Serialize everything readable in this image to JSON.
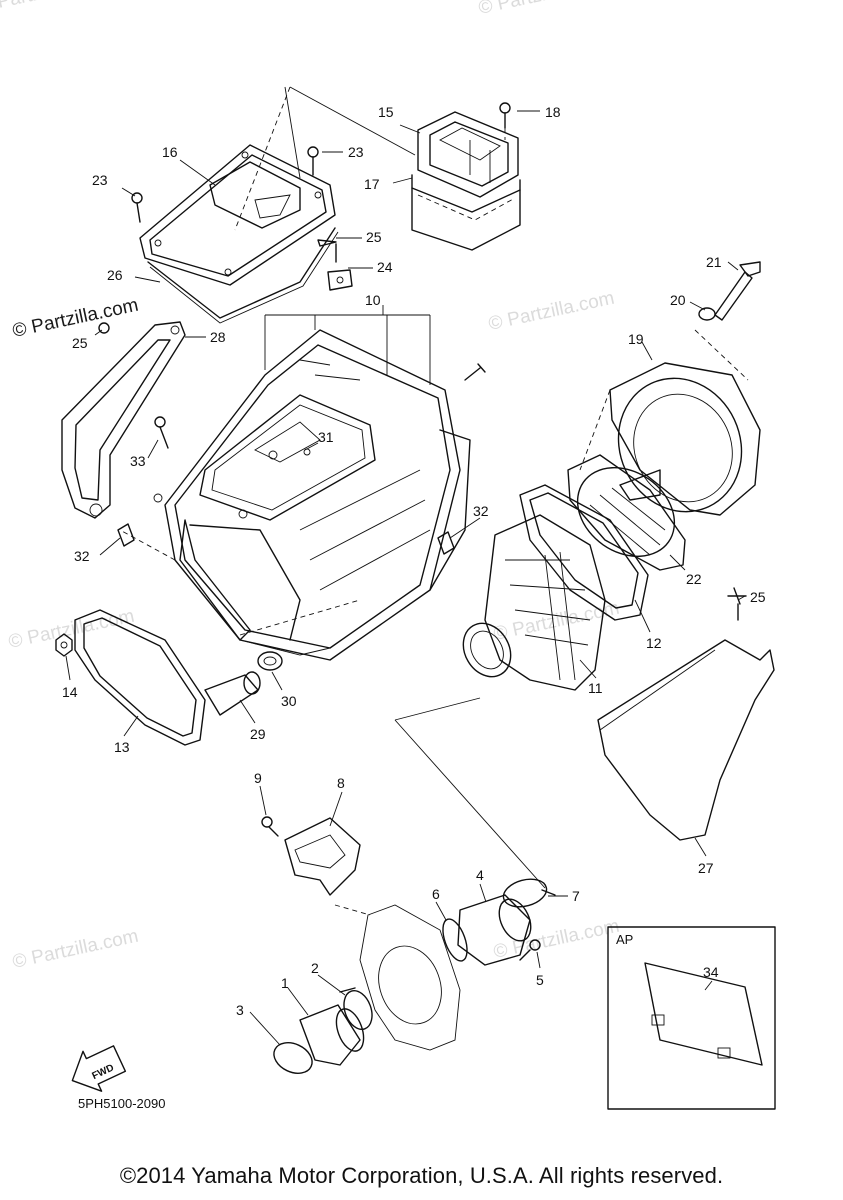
{
  "watermark": "© Partzilla.com",
  "diagram_code": "5PH5100-2090",
  "fwd_label": "FWD",
  "ap_label": "AP",
  "copyright": "©2014 Yamaha Motor Corporation, U.S.A. All rights reserved.",
  "callouts": {
    "p1": "1",
    "p2": "2",
    "p3": "3",
    "p4": "4",
    "p5": "5",
    "p6": "6",
    "p7": "7",
    "p8": "8",
    "p9": "9",
    "p10": "10",
    "p11": "11",
    "p12": "12",
    "p13": "13",
    "p14": "14",
    "p15": "15",
    "p16": "16",
    "p17": "17",
    "p18": "18",
    "p19": "19",
    "p20": "20",
    "p21": "21",
    "p22": "22",
    "p23a": "23",
    "p23b": "23",
    "p24": "24",
    "p25a": "25",
    "p25b": "25",
    "p25c": "25",
    "p26": "26",
    "p27": "27",
    "p28": "28",
    "p29": "29",
    "p30": "30",
    "p31": "31",
    "p32a": "32",
    "p32b": "32",
    "p33": "33",
    "p34": "34"
  }
}
